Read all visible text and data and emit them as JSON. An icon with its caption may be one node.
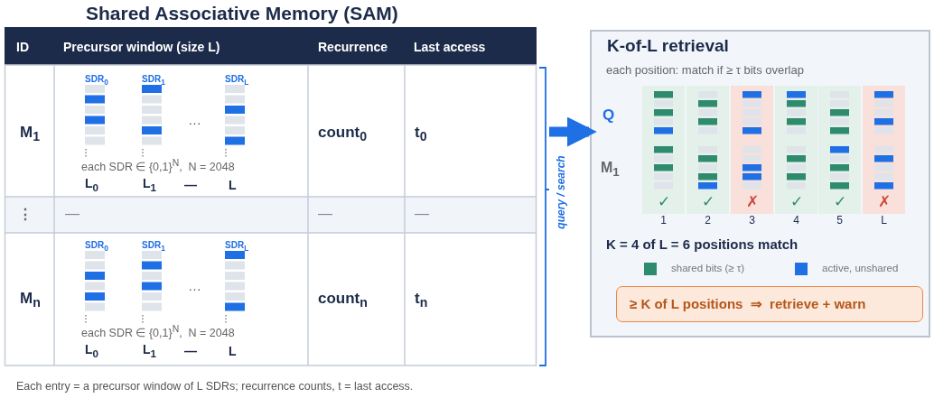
{
  "diagram": {
    "caption": "Each entry = a precursor window of L SDRs; recurrence counts, t = last access.",
    "nodes": [
      {
        "text": [
          "Shared Associative Memory (SAM)"
        ]
      },
      {
        "text": [
          "K-of-L retrieval",
          "each position: match if ≥ τ bits overlap"
        ]
      },
      {
        "text": [
          "≥ K of L positions  ⇒  retrieve + warn"
        ],
        "in": 1
      }
    ],
    "edges": [
      {
        "from": 0,
        "to": 1,
        "arrow": "to"
      }
    ],
    "labels": [
      "ID",
      "Precursor window (size L)",
      "Recurrence",
      "Last access",
      "M$_{1}$",
      "SDR$_{0}$",
      "SDR$_{1}$",
      "…",
      "SDR$_{L}$",
      "each SDR ∈ {0,1}$^{N}$,  N = 2048",
      "L$_{0}$",
      "L$_{1}$",
      "—",
      "L",
      "count$_{0}$",
      "t$_{0}$",
      "⋮",
      "—",
      "—",
      "—",
      "M$_{n}$",
      "SDR$_{0}$",
      "SDR$_{1}$",
      "…",
      "SDR$_{L}$",
      "each SDR ∈ {0,1}$^{N}$,  N = 2048",
      "L$_{0}$",
      "L$_{1}$",
      "—",
      "L",
      "count$_{n}$",
      "t$_{n}$",
      "query / search",
      "Q",
      "M$_{1}$",
      "✓",
      "✓",
      "✗",
      "✓",
      "✓",
      "✗",
      "1",
      "2",
      "3",
      "4",
      "5",
      "L",
      "K = 4 of L = 6 positions match"
    ],
    "legend": [
      {
        "text": "shared bits (≥ τ)",
        "color": "#2e8b6e"
      },
      {
        "text": "active, unshared",
        "color": "#1f6fe5"
      }
    ]
  }
}
